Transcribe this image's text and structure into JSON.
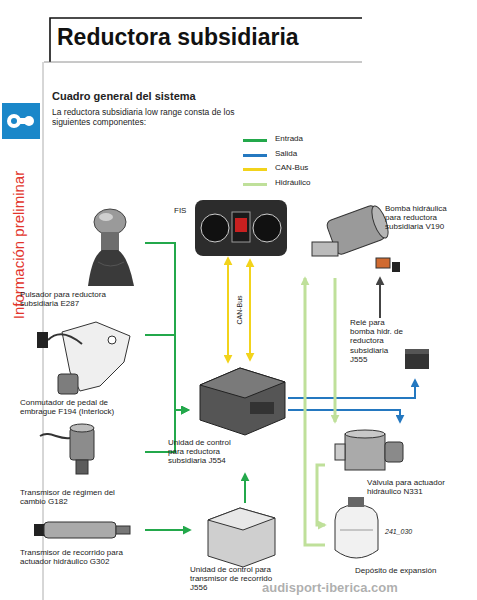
{
  "diagram": {
    "title": "Reductora subsidiaria",
    "nodes": [
      {
        "text": [
          "FIS"
        ]
      },
      {
        "text": [
          "Pulsador para reductora subsidiaria E287"
        ]
      },
      {
        "text": [
          "Conmutador de pedal de embrague F194 (Interlock)"
        ]
      },
      {
        "text": [
          "Transmisor de régimen del cambio G182"
        ]
      },
      {
        "text": [
          "Transmisor de recorrido para actuador hidráulico G302"
        ]
      },
      {
        "text": [
          "Unidad de control para reductora subsidiaria J554"
        ]
      },
      {
        "text": [
          "Unidad de control para transmisor de recorrido J556"
        ]
      },
      {
        "text": [
          "Bomba hidráulica para reductora subsidiaria V190"
        ]
      },
      {
        "text": [
          "Relé para bomba hidr. de reductora subsidiaria J555"
        ]
      },
      {
        "text": [
          "Válvula para actuador hidráulico N331"
        ]
      },
      {
        "text": [
          "Depósito de expansión"
        ]
      }
    ],
    "edges": [
      {
        "from": 1,
        "to": 5,
        "arrow": "to"
      },
      {
        "from": 2,
        "to": 5,
        "arrow": "to"
      },
      {
        "from": 3,
        "to": 5,
        "arrow": "to"
      },
      {
        "from": 4,
        "to": 6,
        "arrow": "to"
      },
      {
        "from": 6,
        "to": 5,
        "arrow": "to"
      },
      {
        "from": 0,
        "to": 5,
        "label": "CAN-Bus",
        "arrow": "both"
      },
      {
        "from": 5,
        "to": 8,
        "arrow": "to"
      },
      {
        "from": 5,
        "to": 9,
        "arrow": "to"
      },
      {
        "from": 8,
        "to": 7,
        "arrow": "to"
      },
      {
        "from": 10,
        "to": 7,
        "arrow": "to"
      },
      {
        "from": 7,
        "to": 9,
        "arrow": "to"
      },
      {
        "from": 9,
        "to": 10,
        "arrow": "to"
      }
    ],
    "labels": [
      "Información preliminar",
      "Cuadro general del sistema",
      "La reductora subsidiaria low range consta de los siguientes componentes:",
      "241_030",
      "audisport-iberica.com"
    ],
    "legend": [
      {
        "text": "Entrada"
      },
      {
        "text": "Salida"
      },
      {
        "text": "CAN-Bus"
      },
      {
        "text": "Hidráulico"
      }
    ]
  }
}
